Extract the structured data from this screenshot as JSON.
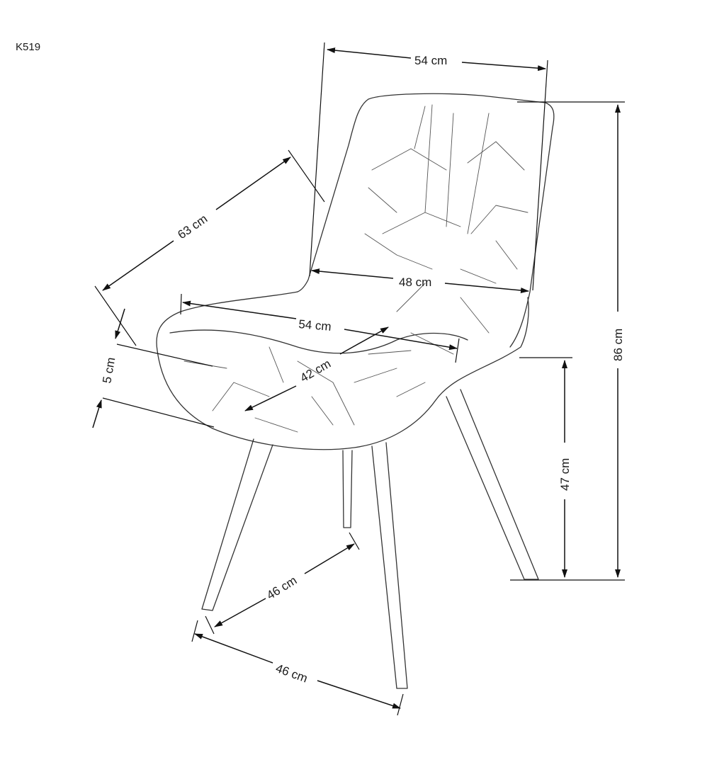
{
  "model_code": "K519",
  "dimensions": {
    "back_width": "54 cm",
    "total_height": "86 cm",
    "total_depth": "63 cm",
    "back_inner_width": "48 cm",
    "seat_width": "54 cm",
    "seat_depth": "42 cm",
    "seat_thickness": "5 cm",
    "seat_height": "47 cm",
    "leg_depth": "46 cm",
    "leg_width": "46 cm"
  }
}
